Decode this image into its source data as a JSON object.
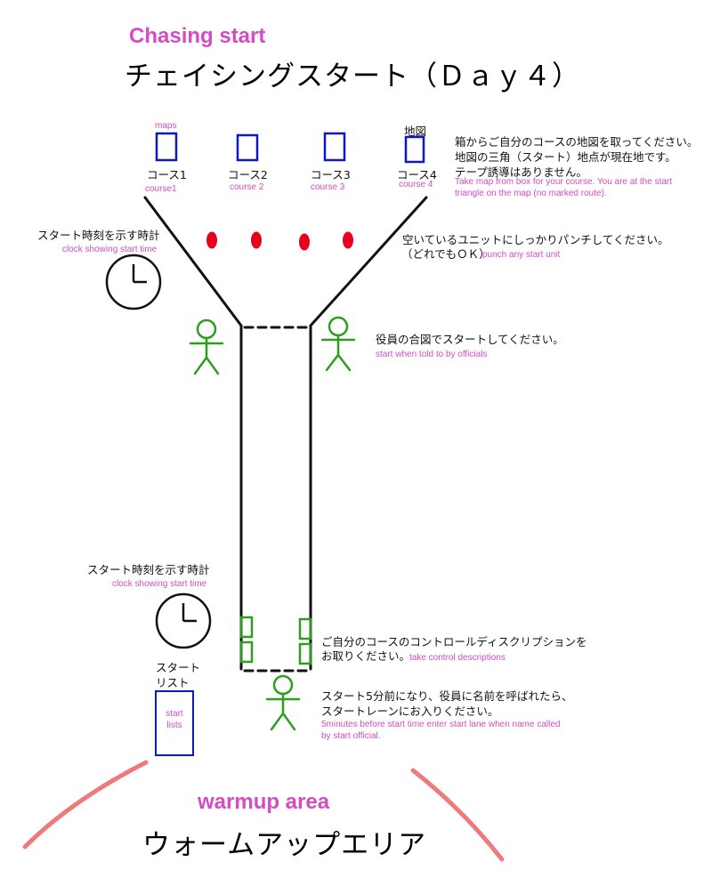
{
  "header": {
    "title_en": "Chasing start",
    "title_ja": "チェイシングスタート（Ｄａｙ４）"
  },
  "maps": {
    "label_en": "maps",
    "label_ja": "地図",
    "courses": [
      {
        "name": "コース1",
        "sub": "course1"
      },
      {
        "name": "コース2",
        "sub": "course 2"
      },
      {
        "name": "コース3",
        "sub": "course 3"
      },
      {
        "name": "コース4",
        "sub": "course 4"
      }
    ],
    "instruction_ja": [
      "箱からご自分のコースの地図を取ってください。",
      "地図の三角（スタート）地点が現在地です。",
      "テープ誘導はありません。"
    ],
    "instruction_en": [
      "Take map from box for your course. You are at the start",
      "triangle on the map (no marked route)."
    ]
  },
  "clock_top": {
    "ja": "スタート時刻を示す時計",
    "en": "clock showing start time"
  },
  "punch": {
    "ja": [
      "空いているユニットにしっかりパンチしてください。",
      "（どれでもＯＫ）"
    ],
    "en": "punch any start unit"
  },
  "officials": {
    "ja": "役員の合図でスタートしてください。",
    "en": "start when told to by officials"
  },
  "clock_bottom": {
    "ja": "スタート時刻を示す時計",
    "en": "clock showing start time"
  },
  "descriptions": {
    "ja": [
      "ご自分のコースのコントロールディスクリプションを",
      "お取りください。"
    ],
    "en": "take control descriptions"
  },
  "start_list": {
    "label_ja": [
      "スタート",
      "リスト"
    ],
    "box_en": [
      "start",
      "lists"
    ]
  },
  "call": {
    "ja": [
      "スタート5分前になり、役員に名前を呼ばれたら、",
      "スタートレーンにお入りください。"
    ],
    "en": [
      "5minutes before start time enter start lane when name called",
      "by start official."
    ]
  },
  "footer": {
    "title_en": "warmup area",
    "title_ja": "ウォームアップエリア"
  },
  "colors": {
    "pink_text": "#d44cc4",
    "map_blue": "#0b17c9",
    "punch_red": "#e8001c",
    "figure_green": "#2e9e1f",
    "arc_pink": "#ef7a7e"
  }
}
